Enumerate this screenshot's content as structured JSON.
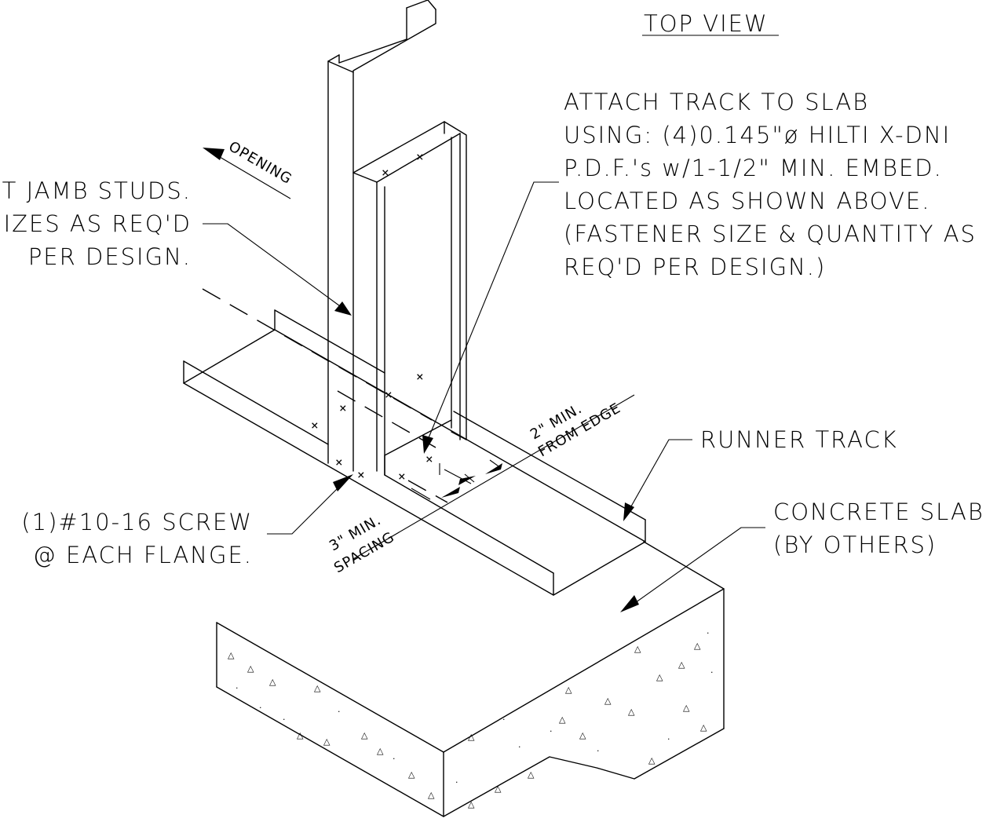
{
  "labels": {
    "top_view": "TOP VIEW",
    "opening": "OPENING",
    "jamb_note": [
      "T JAMB STUDS.",
      "IZES AS REQ'D",
      "PER DESIGN."
    ],
    "attach_note": [
      "ATTACH TRACK TO SLAB",
      "USING: (4)0.145\"ø HILTI X-DNI",
      "P.D.F.'s w/1-1/2\" MIN. EMBED.",
      "LOCATED AS SHOWN ABOVE.",
      "(FASTENER SIZE & QUANTITY AS",
      "REQ'D PER DESIGN.)"
    ],
    "edge_dim": [
      "2\" MIN.",
      "FROM EDGE"
    ],
    "runner_track": "RUNNER TRACK",
    "screw_note": [
      "(1)#10-16 SCREW",
      "@ EACH FLANGE."
    ],
    "spacing_dim": [
      "3\" MIN.",
      "SPACING"
    ],
    "concrete_note": [
      "CONCRETE SLAB",
      "(BY OTHERS)"
    ]
  },
  "fastener_mark": "×"
}
